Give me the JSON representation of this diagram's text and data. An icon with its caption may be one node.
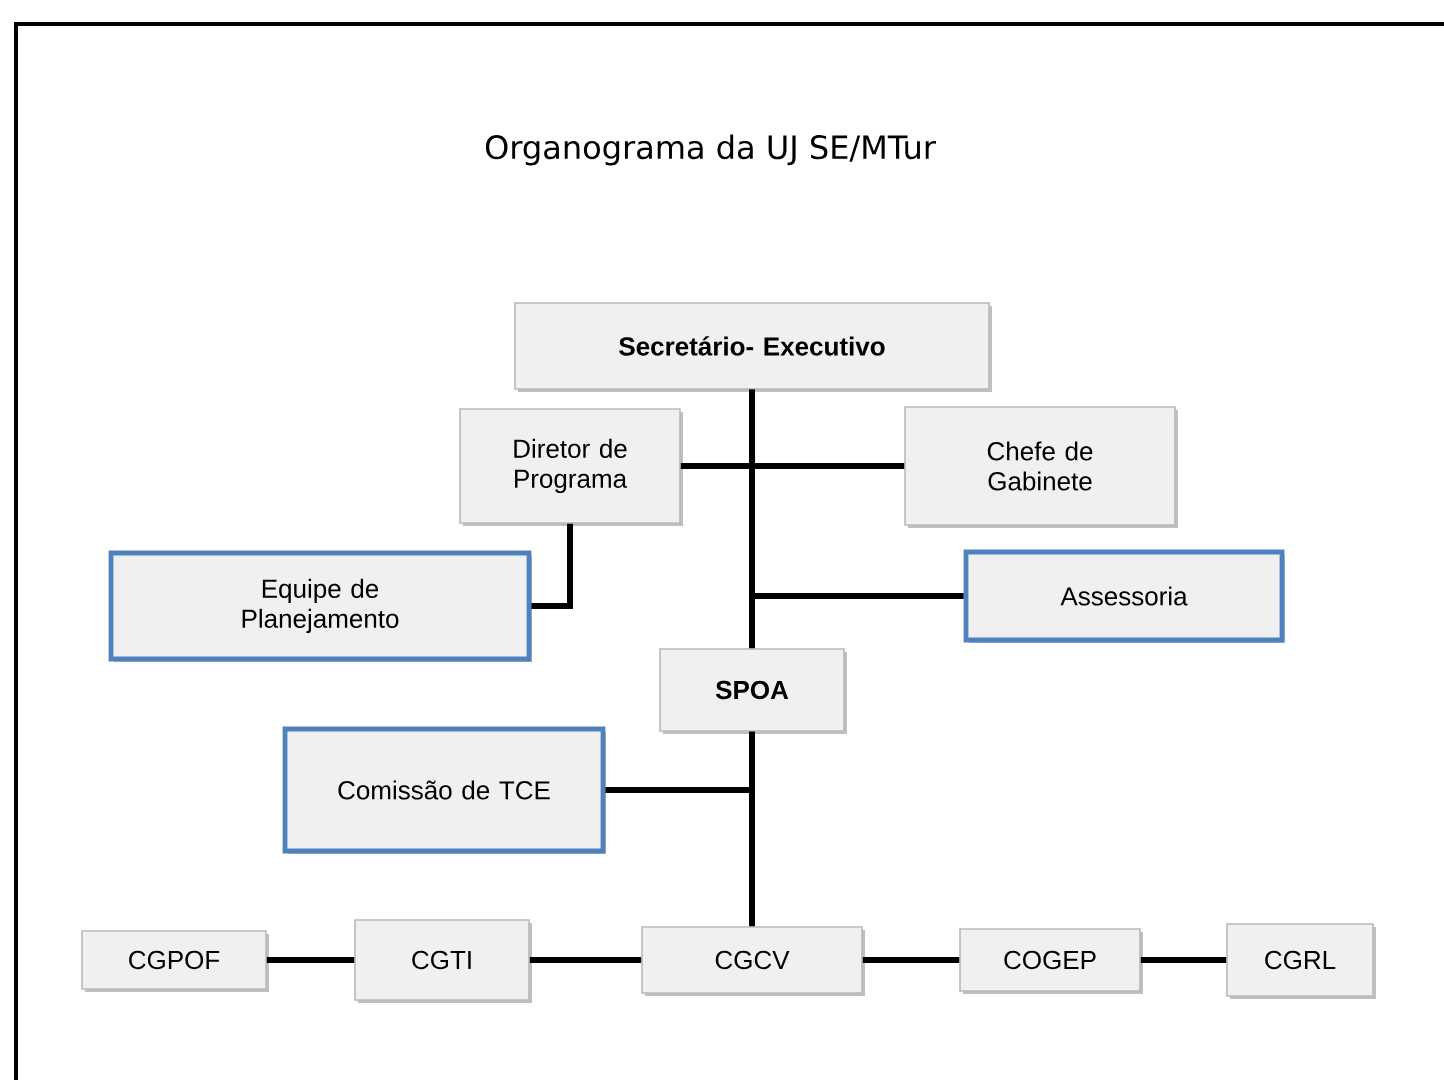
{
  "diagram": {
    "title": "Organograma da UJ SE/MTur",
    "nodes": [
      {
        "text": [
          "Secretário- Executivo"
        ]
      },
      {
        "text": [
          "Diretor de Programa"
        ]
      },
      {
        "text": [
          "Chefe de Gabinete"
        ]
      },
      {
        "text": [
          "Equipe de Planejamento"
        ]
      },
      {
        "text": [
          "Assessoria"
        ]
      },
      {
        "text": [
          "SPOA"
        ]
      },
      {
        "text": [
          "Comissão de TCE"
        ]
      },
      {
        "text": [
          "CGPOF"
        ]
      },
      {
        "text": [
          "CGTI"
        ]
      },
      {
        "text": [
          "CGCV"
        ]
      },
      {
        "text": [
          "COGEP"
        ]
      },
      {
        "text": [
          "CGRL"
        ]
      }
    ],
    "edges": [
      {
        "from": 0,
        "to": 1,
        "arrow": "none"
      },
      {
        "from": 0,
        "to": 2,
        "arrow": "none"
      },
      {
        "from": 1,
        "to": 3,
        "arrow": "none"
      },
      {
        "from": 0,
        "to": 4,
        "arrow": "none"
      },
      {
        "from": 0,
        "to": 5,
        "arrow": "none"
      },
      {
        "from": 5,
        "to": 6,
        "arrow": "none"
      },
      {
        "from": 5,
        "to": 9,
        "arrow": "none"
      },
      {
        "from": 9,
        "to": 8,
        "arrow": "none"
      },
      {
        "from": 8,
        "to": 7,
        "arrow": "none"
      },
      {
        "from": 9,
        "to": 10,
        "arrow": "none"
      },
      {
        "from": 10,
        "to": 11,
        "arrow": "none"
      }
    ]
  }
}
